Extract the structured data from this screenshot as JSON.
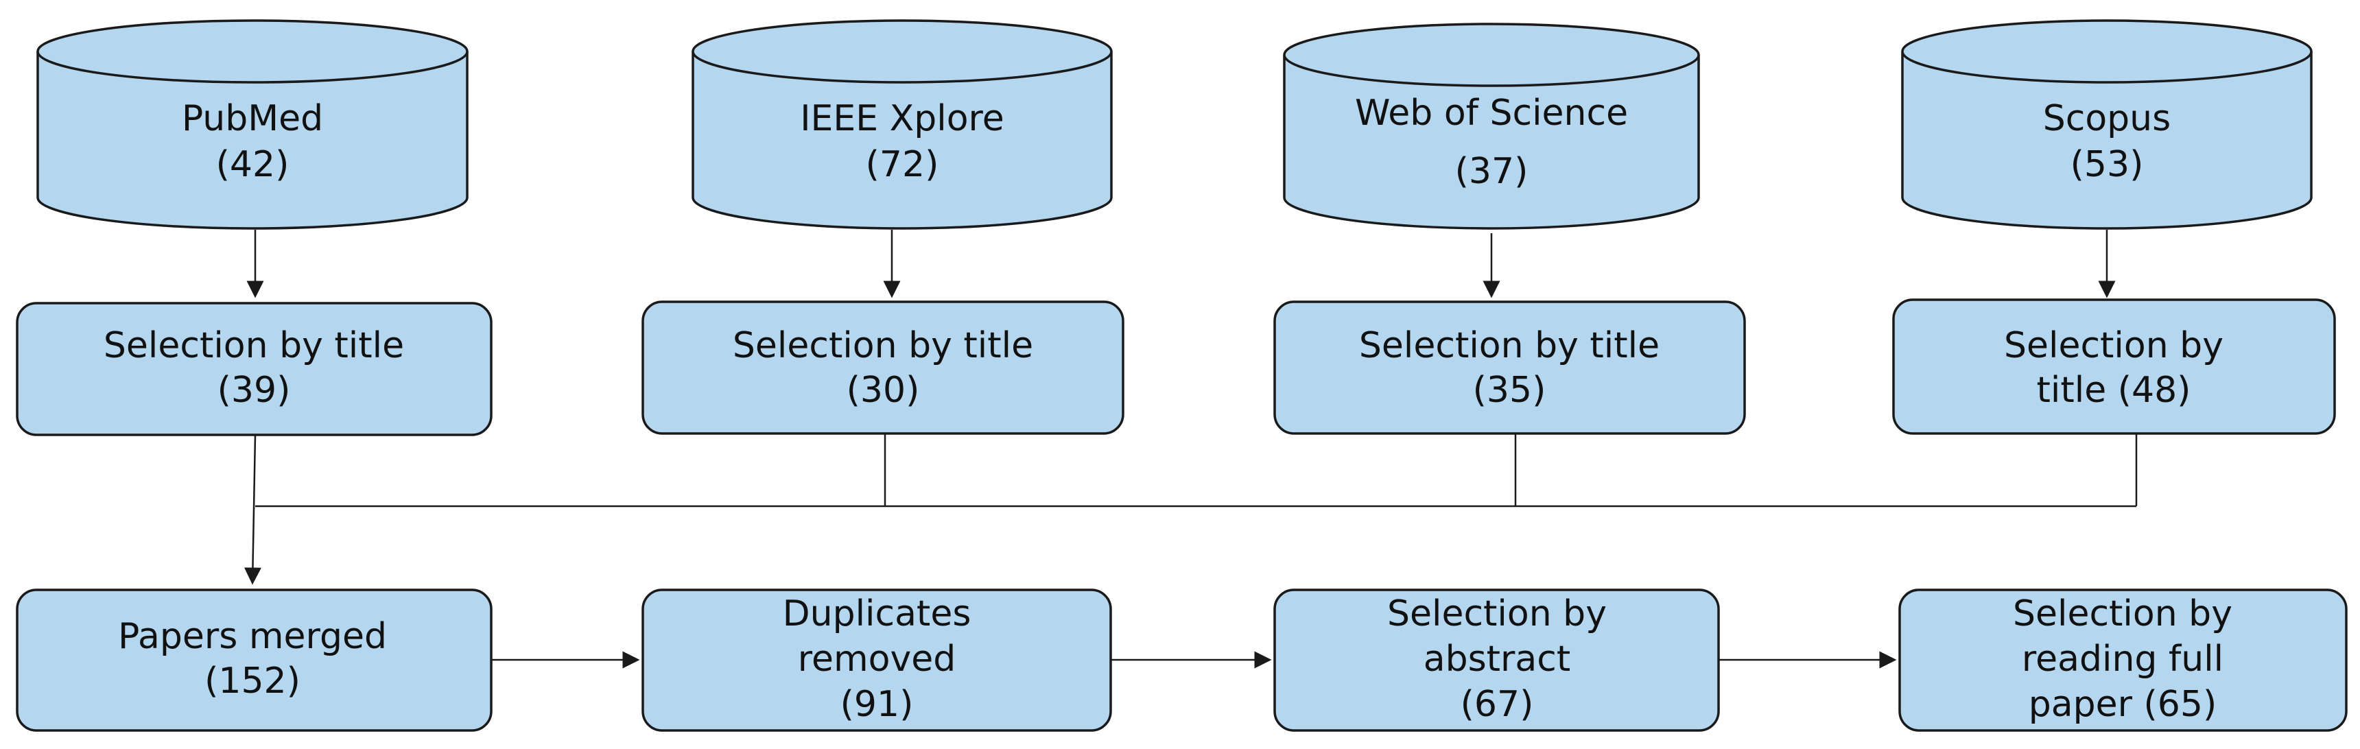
{
  "databases": [
    {
      "name": "PubMed",
      "count": "(42)"
    },
    {
      "name": "IEEE Xplore",
      "count": "(72)"
    },
    {
      "name": "Web of Science",
      "count": "(37)"
    },
    {
      "name": "Scopus",
      "count": "(53)"
    }
  ],
  "title_selection": [
    {
      "line1": "Selection by title",
      "line2": "(39)"
    },
    {
      "line1": "Selection by title",
      "line2": "(30)"
    },
    {
      "line1": "Selection by title",
      "line2": "(35)"
    },
    {
      "line1": "Selection by",
      "line2": "title (48)"
    }
  ],
  "pipeline": [
    {
      "lines": [
        "Papers merged",
        "(152)"
      ]
    },
    {
      "lines": [
        "Duplicates",
        "removed",
        "(91)"
      ]
    },
    {
      "lines": [
        "Selection by",
        "abstract",
        "(67)"
      ]
    },
    {
      "lines": [
        "Selection by",
        "reading full",
        "paper (65)"
      ]
    }
  ],
  "colors": {
    "box_fill": "#b4d7ef",
    "stroke": "#1a1a1a",
    "text": "#111111"
  }
}
